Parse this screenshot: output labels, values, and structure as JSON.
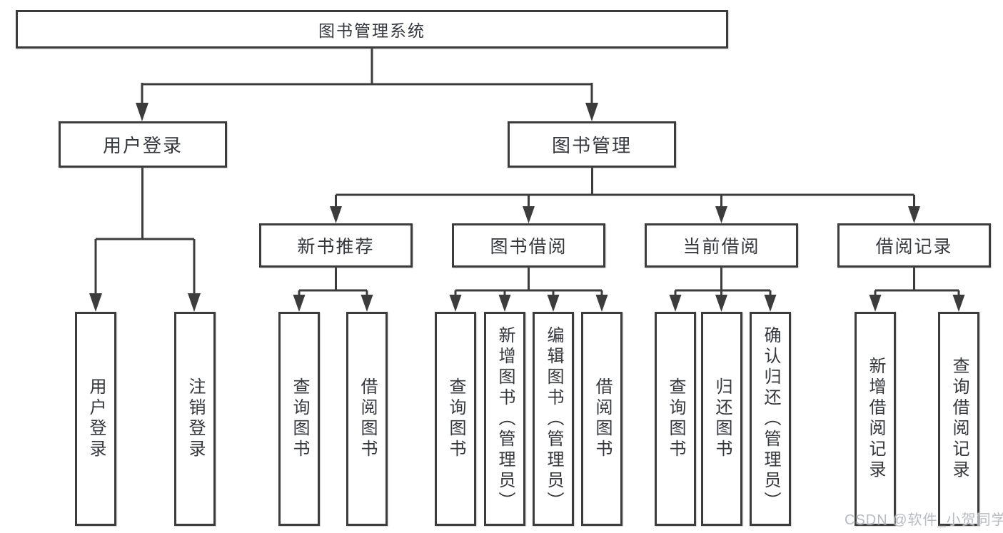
{
  "diagram": {
    "root": "图书管理系统",
    "level2": [
      "用户登录",
      "图书管理"
    ],
    "level3": [
      "新书推荐",
      "图书借阅",
      "当前借阅",
      "借阅记录"
    ],
    "leaves": {
      "login": [
        "用户登录",
        "注销登录"
      ],
      "recommend": [
        "查询图书",
        "借阅图书"
      ],
      "borrow": [
        "查询图书",
        "新增图书（管理员）",
        "编辑图书（管理员）",
        "借阅图书"
      ],
      "current": [
        "查询图书",
        "归还图书",
        "确认归还（管理员）"
      ],
      "records": [
        "新增借阅记录",
        "查询借阅记录"
      ]
    }
  },
  "watermark": "CSDN @软件_小贺同学",
  "colors": {
    "line": "#3c3c3c",
    "text": "#34373c",
    "watermark": "#b7bbc2"
  }
}
